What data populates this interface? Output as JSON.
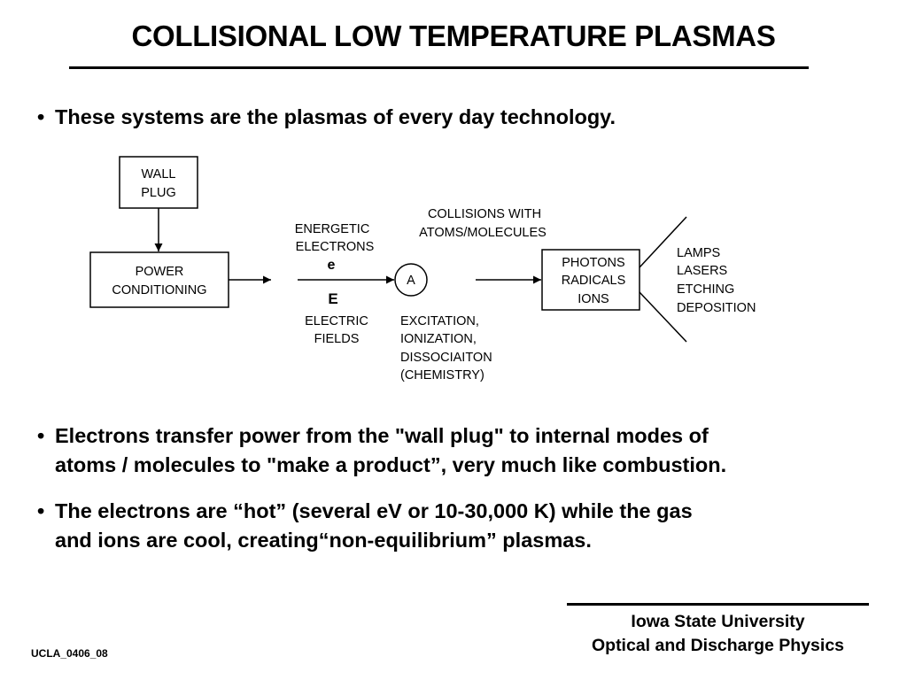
{
  "title": "COLLISIONAL LOW TEMPERATURE PLASMAS",
  "bullets": [
    {
      "lines": [
        "These systems are the plasmas of every day technology."
      ]
    },
    {
      "lines": [
        "Electrons transfer power from the \"wall plug\" to internal modes of",
        "atoms / molecules to \"make a product”, very much like combustion."
      ]
    },
    {
      "lines": [
        "The electrons are “hot” (several eV or 10-30,000 K) while the gas",
        "and ions are cool, creating“non-equilibrium” plasmas."
      ]
    }
  ],
  "diagram": {
    "wall_plug": [
      "WALL",
      "PLUG"
    ],
    "power_conditioning": [
      "POWER",
      "CONDITIONING"
    ],
    "energetic_electrons": [
      "ENERGETIC",
      "ELECTRONS"
    ],
    "electron_symbol": "e",
    "field_symbol": "E",
    "electric_fields": [
      "ELECTRIC",
      "FIELDS"
    ],
    "atom_symbol": "A",
    "collisions": [
      "COLLISIONS WITH",
      "ATOMS/MOLECULES"
    ],
    "processes": [
      "EXCITATION,",
      "IONIZATION,",
      "DISSOCIAITON",
      "(CHEMISTRY)"
    ],
    "products_box": [
      "PHOTONS",
      "RADICALS",
      "IONS"
    ],
    "applications": [
      "LAMPS",
      "LASERS",
      "ETCHING",
      "DEPOSITION"
    ]
  },
  "footer": {
    "line1": "Iowa State University",
    "line2": "Optical and Discharge Physics"
  },
  "slide_id": "UCLA_0406_08"
}
